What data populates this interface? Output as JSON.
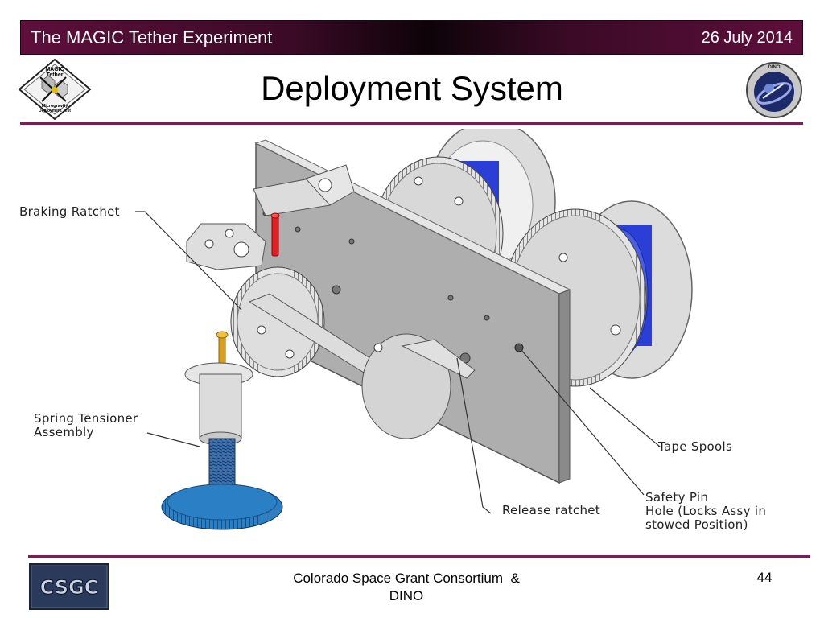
{
  "header": {
    "title": "The MAGIC Tether Experiment",
    "date": "26 July 2014"
  },
  "slide": {
    "title": "Deployment System"
  },
  "logos": {
    "left": {
      "text_lines": [
        "MAGIC",
        "Tether",
        "Microgravity",
        "Deployment Test"
      ]
    },
    "right": {
      "text": "DINO"
    },
    "footer": {
      "text": "CSGC"
    }
  },
  "callouts": {
    "braking_ratchet": "Braking Ratchet",
    "spring_tensioner": "Spring Tensioner\nAssembly",
    "tape_spools": "Tape Spools",
    "release_ratchet": "Release ratchet",
    "safety_pin": "Safety Pin\nHole (Locks Assy in\nstowed Position)"
  },
  "footer": {
    "org": "Colorado Space Grant Consortium  &\nDINO",
    "page": "44"
  },
  "colors": {
    "accent": "#7a1e54",
    "spool_blue": "#2b3fd6",
    "gear_blue": "#1f6fb0",
    "pin_red": "#e02020",
    "pin_gold": "#d6a020"
  }
}
